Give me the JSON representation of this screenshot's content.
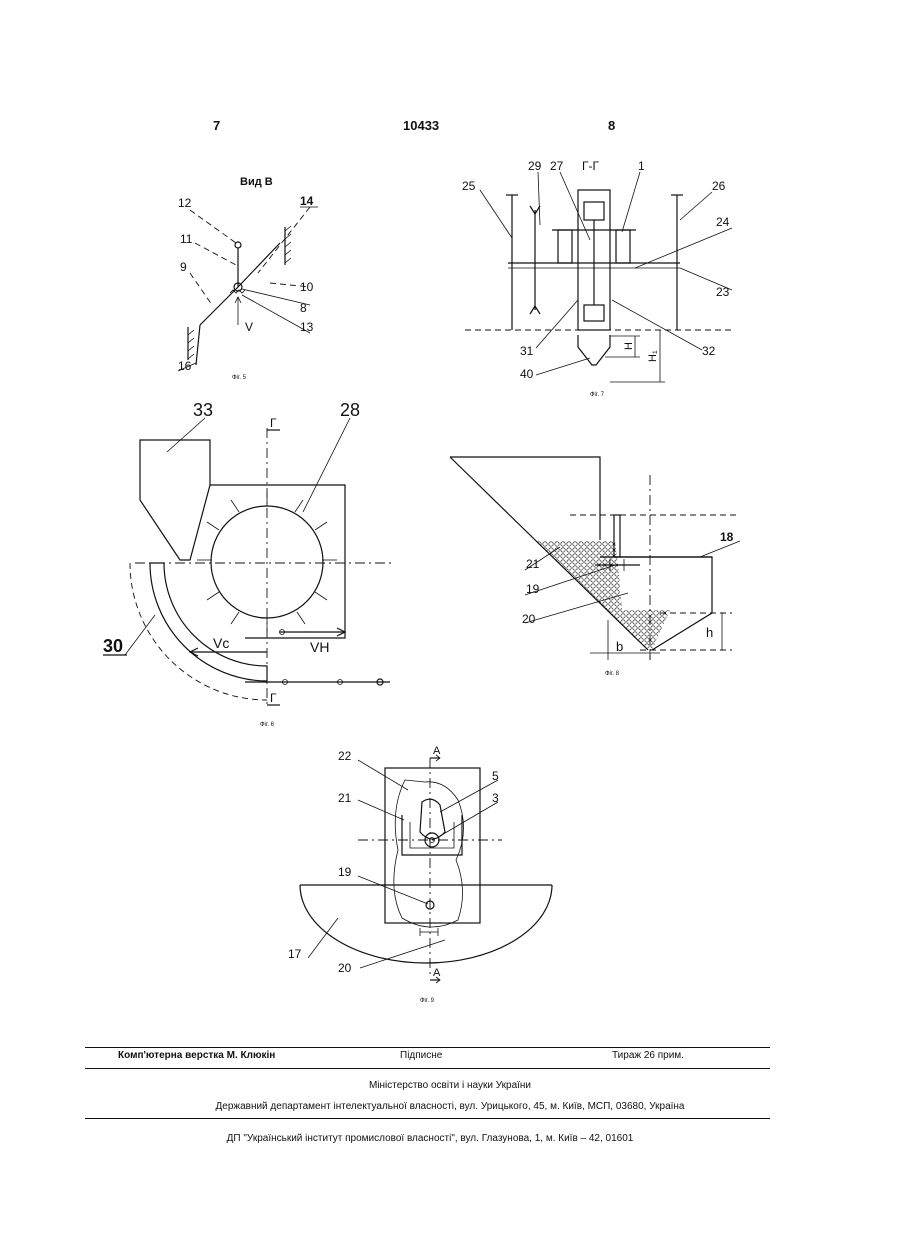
{
  "header": {
    "left_page": "7",
    "patent_number": "10433",
    "right_page": "8"
  },
  "fig5": {
    "title": "Вид В",
    "caption": "Фіг. 5",
    "labels": [
      "12",
      "14",
      "11",
      "9",
      "10",
      "8",
      "13",
      "16"
    ],
    "velocity": "V"
  },
  "fig7": {
    "title": "Г-Г",
    "caption": "Фіг. 7",
    "labels": [
      "29",
      "27",
      "1",
      "25",
      "26",
      "24",
      "23",
      "31",
      "32",
      "40"
    ],
    "dim_h": "H",
    "dim_h1": "H₁"
  },
  "fig6": {
    "caption": "Фіг. 6",
    "labels": [
      "33",
      "28",
      "30"
    ],
    "section_top": "Г",
    "section_bottom": "Г",
    "vc": "Vc",
    "vh": "VН"
  },
  "fig8": {
    "caption": "Фіг. 8",
    "labels": [
      "18",
      "21",
      "19",
      "20"
    ],
    "dim_h": "h",
    "dim_b": "b"
  },
  "fig9": {
    "caption": "Фіг. 9",
    "labels": [
      "22",
      "5",
      "21",
      "3",
      "19",
      "17",
      "20"
    ],
    "section_top": "A",
    "section_bottom": "A"
  },
  "footer": {
    "typesetter": "Комп'ютерна верстка М. Клюкін",
    "subscription": "Підписне",
    "circulation": "Тираж 26 прим.",
    "ministry": "Міністерство освіти і науки України",
    "department": "Державний департамент інтелектуальної власності, вул. Урицького, 45, м. Київ, МСП, 03680, Україна",
    "institute": "ДП \"Український інститут промислової власності\", вул. Глазунова, 1, м. Київ – 42, 01601"
  }
}
